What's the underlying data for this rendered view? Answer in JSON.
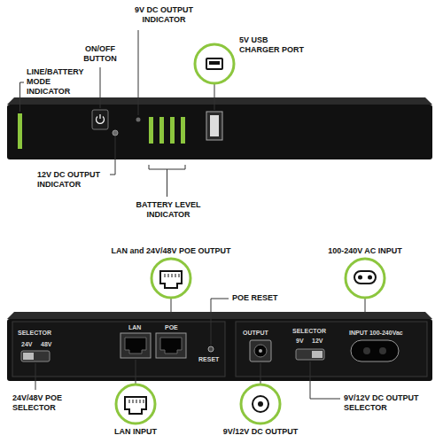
{
  "diagram": {
    "labels": [
      "9V DC OUTPUT INDICATOR",
      "ON/OFF BUTTON",
      "5V USB CHARGER PORT",
      "LINE/BATTERY MODE INDICATOR",
      "12V DC OUTPUT INDICATOR",
      "BATTERY LEVEL INDICATOR",
      "LAN and 24V/48V POE OUTPUT",
      "POE RESET",
      "100-240V AC INPUT",
      "LAN",
      "SELECTOR",
      "24V",
      "48V",
      "POE",
      "RESET",
      "OUTPUT",
      "SELECTOR",
      "9V",
      "12V",
      "INPUT 100-240Vac",
      "24V/48V POE SELECTOR",
      "LAN INPUT",
      "9V/12V DC OUTPUT",
      "9V/12V DC OUTPUT SELECTOR"
    ]
  }
}
